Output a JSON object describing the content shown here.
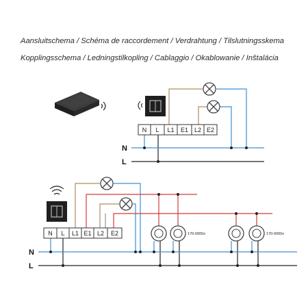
{
  "title": {
    "line1": "Aansluitschema / Schéma de raccordement / Verdrahtung / Tilslutningsskema",
    "line2": "Kopplingsschema / Ledningstilkopling / Cablaggio / Okablowanie / Inštalácia"
  },
  "colors": {
    "neutral": "#3b8fd6",
    "live": "#222222",
    "switched_red": "#d23a3a",
    "switched_brown": "#b28a5a",
    "switched_grey": "#8a8a8a",
    "terminal_border": "#333333",
    "device_body": "#2b2b2b"
  },
  "icons": {
    "gateway": "smart-hub-icon",
    "wireless": "wireless-signal-icon",
    "switch": "double-rocker-switch-icon",
    "lamp": "lamp-cross-icon",
    "socket": "socket-ring-icon"
  },
  "top_diagram": {
    "terminals": [
      "N",
      "L",
      "L1",
      "E1",
      "L2",
      "E2"
    ],
    "bus": {
      "neutral": "N",
      "live": "L"
    }
  },
  "bottom_diagram": {
    "terminals": [
      "N",
      "L",
      "L1",
      "E1",
      "L2",
      "E2"
    ],
    "bus": {
      "neutral": "N",
      "live": "L"
    },
    "socket_groups": [
      {
        "part_number": "170-0000x"
      },
      {
        "part_number": "170-0000x"
      }
    ]
  }
}
